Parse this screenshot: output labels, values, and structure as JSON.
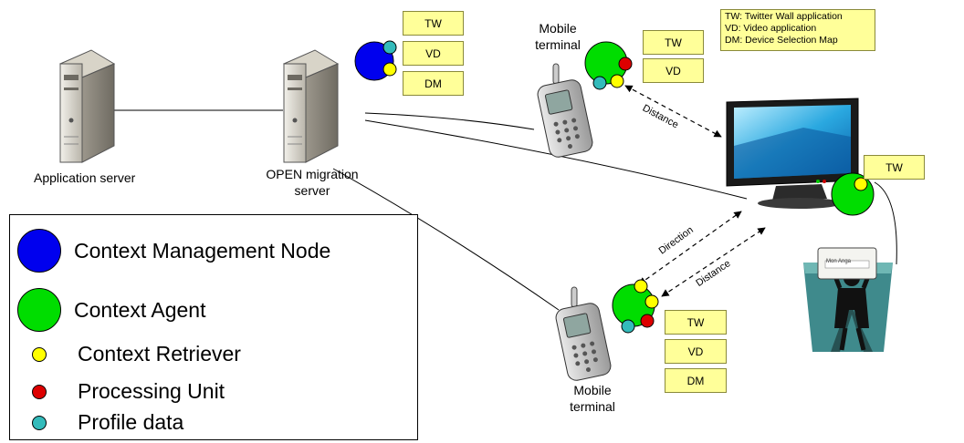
{
  "labels": {
    "application_server": "Application server",
    "migration_server_line1": "OPEN migration",
    "migration_server_line2": "server",
    "mobile_top_line1": "Mobile",
    "mobile_top_line2": "terminal",
    "mobile_bottom_line1": "Mobile",
    "mobile_bottom_line2": "terminal",
    "distance_top": "Distance",
    "direction": "Direction",
    "distance_bottom": "Distance",
    "card_text": "Mon Anga"
  },
  "boxes": {
    "tw": "TW",
    "vd": "VD",
    "dm": "DM"
  },
  "abbreviation_note": [
    "TW: Twitter Wall application",
    "VD: Video application",
    "DM: Device Selection Map"
  ],
  "legend": {
    "items": [
      {
        "label": "Context Management Node",
        "color": "#0000ee"
      },
      {
        "label": "Context Agent",
        "color": "#00dd00"
      },
      {
        "label": "Context Retriever",
        "color": "#ffff00"
      },
      {
        "label": "Processing Unit",
        "color": "#dd0000"
      },
      {
        "label": "Profile data",
        "color": "#33bbbb"
      }
    ]
  },
  "colors": {
    "box_fill": "#ffff99",
    "cmn": "#0000ee",
    "agent": "#00dd00",
    "retriever": "#ffff00",
    "processing": "#dd0000",
    "profile": "#33bbbb"
  }
}
